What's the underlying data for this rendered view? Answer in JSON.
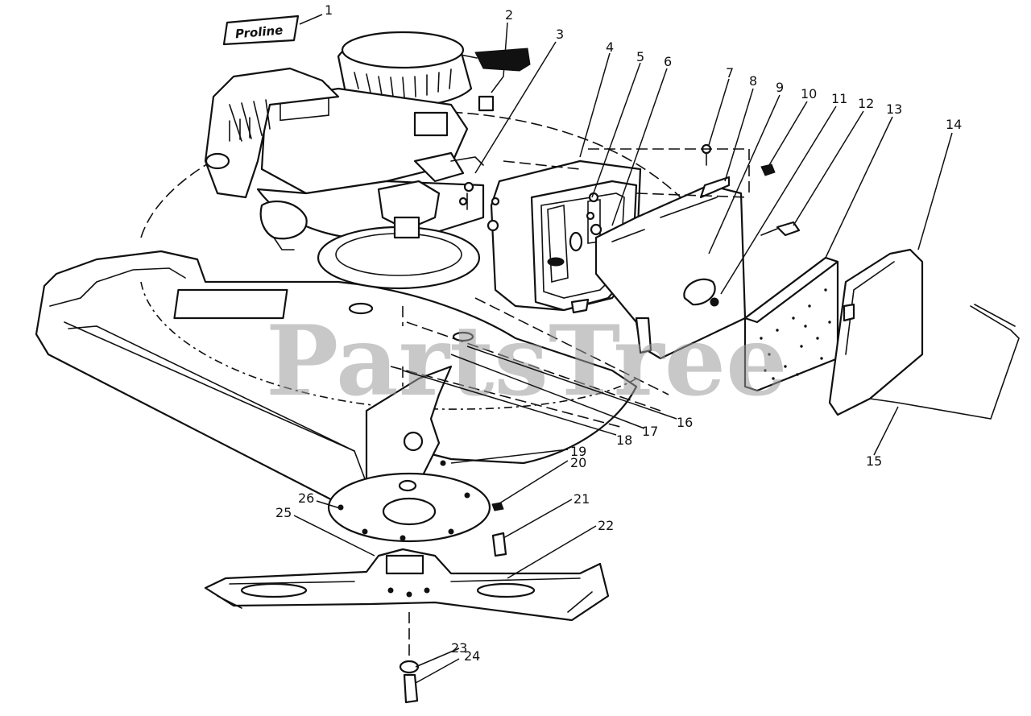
{
  "diagram": {
    "logo_decal_text": "Proline",
    "watermark": "PartsTree",
    "callouts": [
      "1",
      "2",
      "3",
      "4",
      "5",
      "6",
      "7",
      "8",
      "9",
      "10",
      "11",
      "12",
      "13",
      "14",
      "15",
      "16",
      "17",
      "18",
      "19",
      "20",
      "21",
      "22",
      "23",
      "24",
      "25",
      "26"
    ]
  }
}
